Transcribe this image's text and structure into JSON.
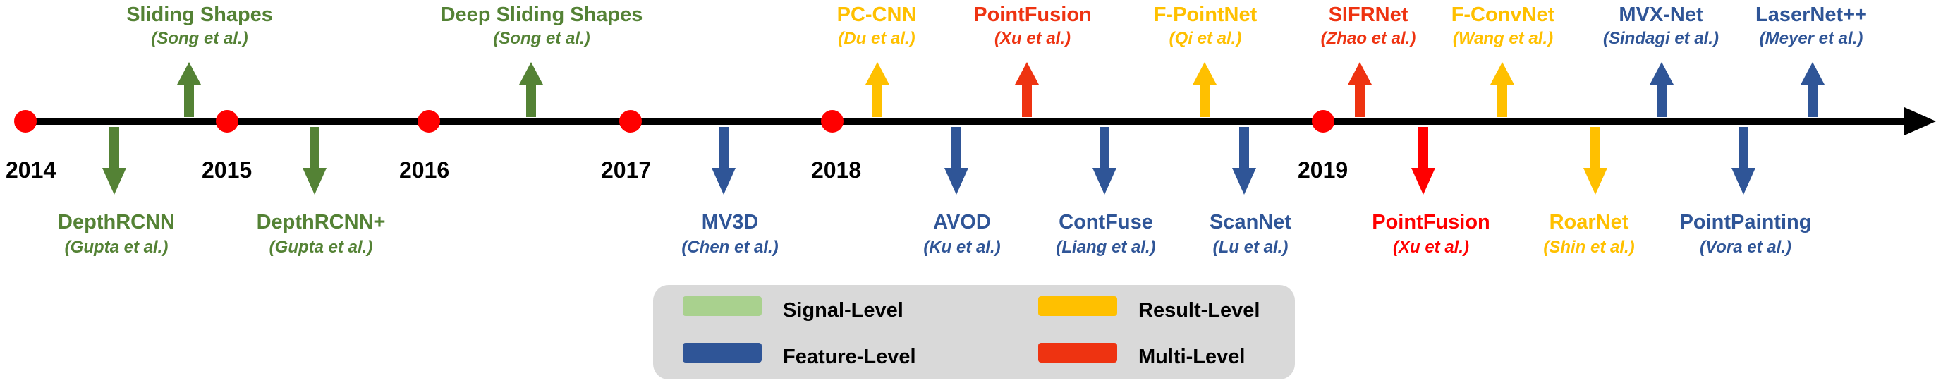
{
  "years": [
    "2014",
    "2015",
    "2016",
    "2017",
    "2018",
    "2019"
  ],
  "colors": {
    "signal": "#a9d18e",
    "feature": "#2f5597",
    "result": "#ffc000",
    "multi": "#ee3311",
    "green_arrow": "#548235",
    "red_text": "#ff0000",
    "timeline": "#000000",
    "dot": "#ff0000",
    "legend_bg": "#d9d9d9"
  },
  "methods": [
    {
      "name": "Sliding Shapes",
      "author": "(Song et al.)",
      "level": "signal",
      "dir": "up"
    },
    {
      "name": "DepthRCNN",
      "author": "(Gupta et al.)",
      "level": "signal",
      "dir": "down"
    },
    {
      "name": "DepthRCNN+",
      "author": "(Gupta et al.)",
      "level": "signal",
      "dir": "down"
    },
    {
      "name": "Deep Sliding Shapes",
      "author": "(Song et al.)",
      "level": "signal",
      "dir": "up"
    },
    {
      "name": "MV3D",
      "author": "(Chen et al.)",
      "level": "feature",
      "dir": "down"
    },
    {
      "name": "PC-CNN",
      "author": "(Du et al.)",
      "level": "result",
      "dir": "up"
    },
    {
      "name": "AVOD",
      "author": "(Ku et al.)",
      "level": "feature",
      "dir": "down"
    },
    {
      "name": "PointFusion",
      "author": "(Xu et al.)",
      "level": "multi",
      "dir": "up"
    },
    {
      "name": "ContFuse",
      "author": "(Liang et al.)",
      "level": "feature",
      "dir": "down"
    },
    {
      "name": "F-PointNet",
      "author": "(Qi et al.)",
      "level": "result",
      "dir": "up"
    },
    {
      "name": "ScanNet",
      "author": "(Lu et al.)",
      "level": "feature",
      "dir": "down"
    },
    {
      "name": "SIFRNet",
      "author": "(Zhao et al.)",
      "level": "multi",
      "dir": "up"
    },
    {
      "name": "PointFusion",
      "author": "(Xu et al.)",
      "level": "multi",
      "dir": "down"
    },
    {
      "name": "F-ConvNet",
      "author": "(Wang et al.)",
      "level": "result",
      "dir": "up"
    },
    {
      "name": "RoarNet",
      "author": "(Shin et al.)",
      "level": "result",
      "dir": "down"
    },
    {
      "name": "MVX-Net",
      "author": "(Sindagi et al.)",
      "level": "feature",
      "dir": "up"
    },
    {
      "name": "PointPainting",
      "author": "(Vora et al.)",
      "level": "feature",
      "dir": "down"
    },
    {
      "name": "LaserNet++",
      "author": "(Meyer et al.)",
      "level": "feature",
      "dir": "up"
    }
  ],
  "legend": [
    {
      "label": "Signal-Level",
      "key": "signal"
    },
    {
      "label": "Result-Level",
      "key": "result"
    },
    {
      "label": "Feature-Level",
      "key": "feature"
    },
    {
      "label": "Multi-Level",
      "key": "multi"
    }
  ]
}
